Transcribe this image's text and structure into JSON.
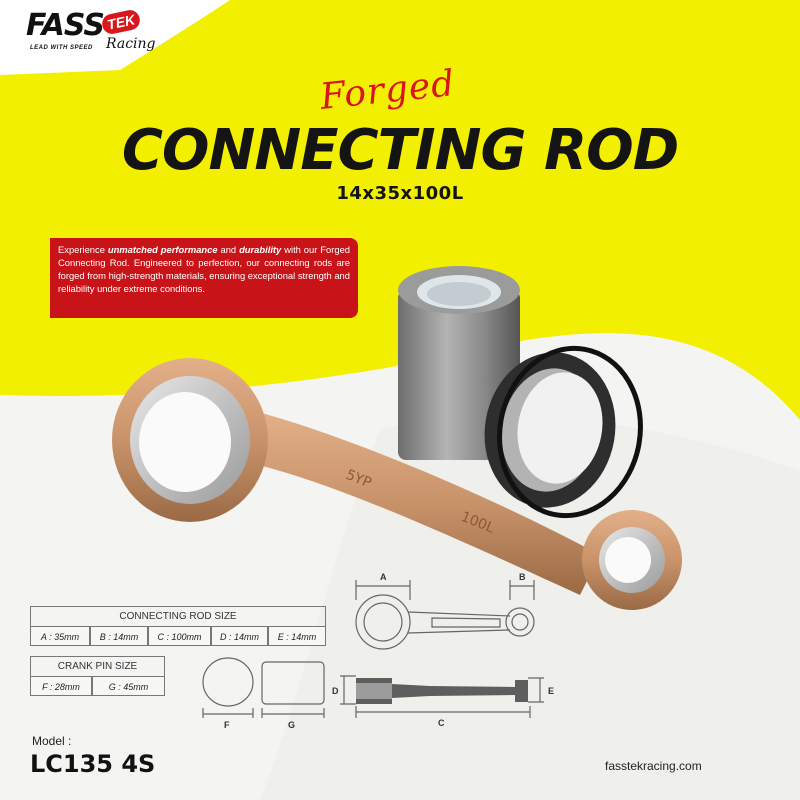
{
  "brand": {
    "logo_fass": "FASS",
    "logo_tek": "TEK",
    "logo_racing": "Racing",
    "tagline": "LEAD WITH SPEED"
  },
  "heading": {
    "forged": "Forged",
    "title": "CONNECTING ROD",
    "subtitle": "14x35x100L"
  },
  "description": {
    "p1": "Experience ",
    "em1": "unmatched performance",
    "p2": " and ",
    "em2": "durability",
    "p3": " with our Forged Connecting Rod. Engineered to perfection, our connecting rods are forged from high-strength materials, ensuring exceptional strength and reliability under extreme conditions."
  },
  "product_marks": {
    "stamp_1": "5YP",
    "stamp_2": "100L"
  },
  "rod_size": {
    "title": "CONNECTING ROD SIZE",
    "cells": [
      "A : 35mm",
      "B : 14mm",
      "C : 100mm",
      "D : 14mm",
      "E : 14mm"
    ]
  },
  "crank_pin": {
    "title": "CRANK PIN SIZE",
    "cells": [
      "F : 28mm",
      "G : 45mm"
    ]
  },
  "diagram_labels": {
    "A": "A",
    "B": "B",
    "C": "C",
    "D": "D",
    "E": "E",
    "F": "F",
    "G": "G"
  },
  "model": {
    "label": "Model :",
    "value": "LC135 4S"
  },
  "website": "fasstekracing.com",
  "colors": {
    "yellow": "#f2f000",
    "red": "#c81419",
    "bronze": "#c9936a",
    "dark": "#141414"
  }
}
